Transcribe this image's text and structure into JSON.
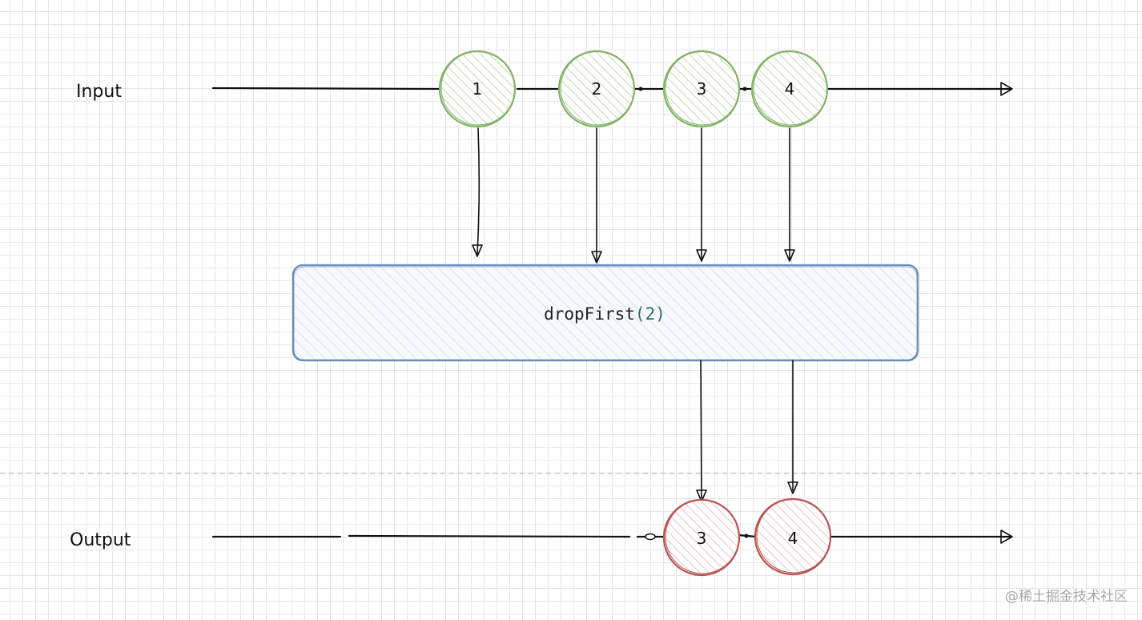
{
  "diagram": {
    "input_label": "Input",
    "output_label": "Output",
    "operator_name": "dropFirst",
    "operator_arg": "2",
    "input_events": [
      "1",
      "2",
      "3",
      "4"
    ],
    "output_events": [
      "3",
      "4"
    ],
    "input_color": "#82b366",
    "input_fill": "#d5e8d4",
    "output_color": "#b85450",
    "output_fill": "#f8cecc",
    "operator_color": "#6c8ebf",
    "operator_fill": "#dae8fc"
  },
  "watermark": "@稀土掘金技术社区"
}
